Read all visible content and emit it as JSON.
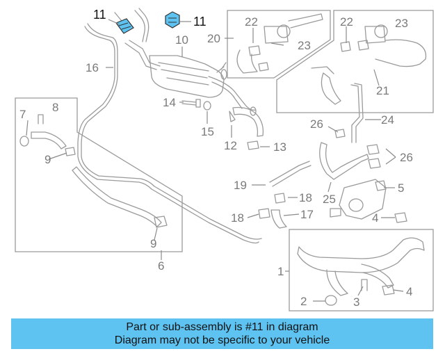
{
  "diagram": {
    "highlight_color": "#5ec3f1",
    "callouts": [
      {
        "id": "c11a",
        "text": "11",
        "highlighted": true
      },
      {
        "id": "c11b",
        "text": "11",
        "highlighted": true
      },
      {
        "id": "c10",
        "text": "10"
      },
      {
        "id": "c16",
        "text": "16"
      },
      {
        "id": "c14",
        "text": "14"
      },
      {
        "id": "c15",
        "text": "15"
      },
      {
        "id": "c12",
        "text": "12"
      },
      {
        "id": "c13",
        "text": "13"
      },
      {
        "id": "c7",
        "text": "7"
      },
      {
        "id": "c8",
        "text": "8"
      },
      {
        "id": "c9a",
        "text": "9"
      },
      {
        "id": "c9b",
        "text": "9"
      },
      {
        "id": "c6",
        "text": "6"
      },
      {
        "id": "c20",
        "text": "20"
      },
      {
        "id": "c22a",
        "text": "22"
      },
      {
        "id": "c23a",
        "text": "23"
      },
      {
        "id": "c22b",
        "text": "22"
      },
      {
        "id": "c23b",
        "text": "23"
      },
      {
        "id": "c21",
        "text": "21"
      },
      {
        "id": "c24",
        "text": "24"
      },
      {
        "id": "c26a",
        "text": "26"
      },
      {
        "id": "c26b",
        "text": "26"
      },
      {
        "id": "c19",
        "text": "19"
      },
      {
        "id": "c18a",
        "text": "18"
      },
      {
        "id": "c18b",
        "text": "18"
      },
      {
        "id": "c17",
        "text": "17"
      },
      {
        "id": "c25",
        "text": "25"
      },
      {
        "id": "c5",
        "text": "5"
      },
      {
        "id": "c4a",
        "text": "4"
      },
      {
        "id": "c4b",
        "text": "4"
      },
      {
        "id": "c1",
        "text": "1"
      },
      {
        "id": "c2",
        "text": "2"
      },
      {
        "id": "c3",
        "text": "3"
      }
    ]
  },
  "caption": {
    "line1": "Part or sub-assembly is #11 in diagram",
    "line2": "Diagram may not be specific to your vehicle"
  }
}
